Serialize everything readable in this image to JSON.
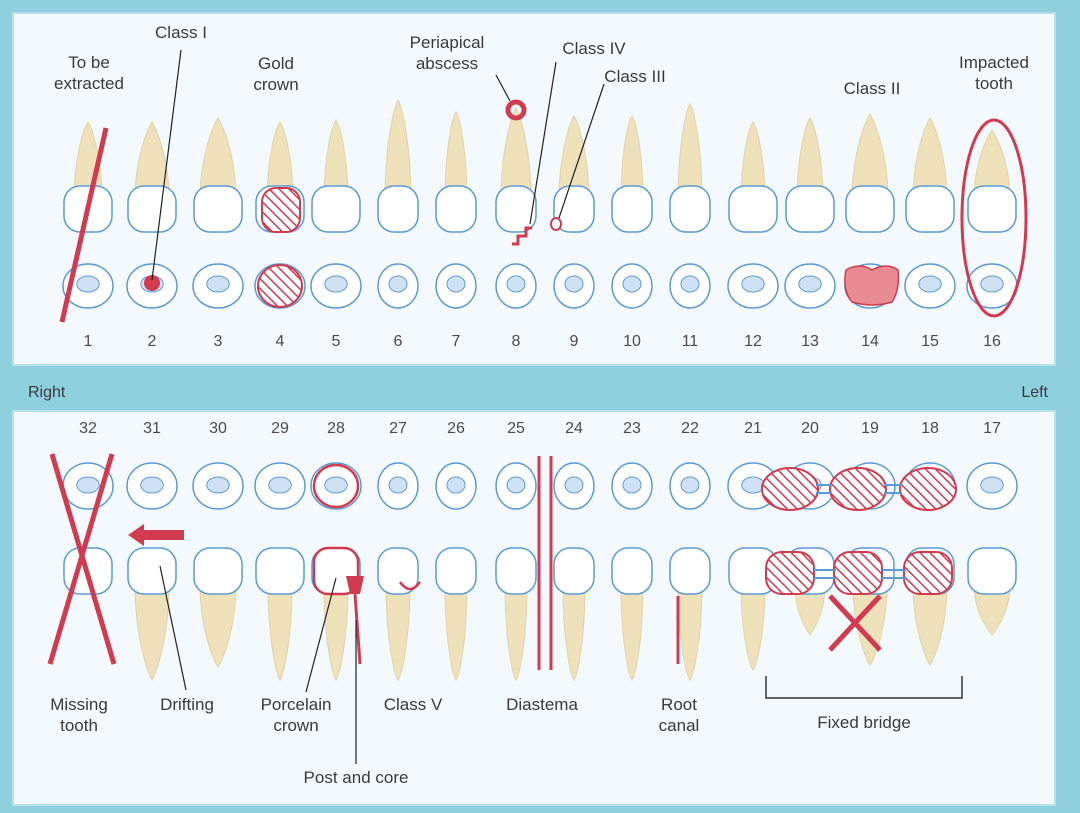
{
  "sides": {
    "right": "Right",
    "left": "Left"
  },
  "upper_numbers": [
    "1",
    "2",
    "3",
    "4",
    "5",
    "6",
    "7",
    "8",
    "9",
    "10",
    "11",
    "12",
    "13",
    "14",
    "15",
    "16"
  ],
  "lower_numbers": [
    "32",
    "31",
    "30",
    "29",
    "28",
    "27",
    "26",
    "25",
    "24",
    "23",
    "22",
    "21",
    "20",
    "19",
    "18",
    "17"
  ],
  "labels": {
    "to_be_extracted": [
      "To be",
      "extracted"
    ],
    "class_i": [
      "Class I"
    ],
    "gold_crown": [
      "Gold",
      "crown"
    ],
    "periapical_abscess": [
      "Periapical",
      "abscess"
    ],
    "class_iv": [
      "Class IV"
    ],
    "class_iii": [
      "Class III"
    ],
    "class_ii": [
      "Class II"
    ],
    "impacted_tooth": [
      "Impacted",
      "tooth"
    ],
    "missing_tooth": [
      "Missing",
      "tooth"
    ],
    "drifting": [
      "Drifting"
    ],
    "porcelain_crown": [
      "Porcelain",
      "crown"
    ],
    "post_and_core": [
      "Post and core"
    ],
    "class_v": [
      "Class V"
    ],
    "diastema": [
      "Diastema"
    ],
    "root_canal": [
      "Root",
      "canal"
    ],
    "fixed_bridge": [
      "Fixed bridge"
    ]
  },
  "colors": {
    "outline": "#5b9bd5",
    "root": "#efe2bb",
    "marker": "#d23a4f",
    "filling": "#e98b93",
    "background": "#8fd0de",
    "panel": "#f3f9fc",
    "text": "#3a3a3a"
  }
}
